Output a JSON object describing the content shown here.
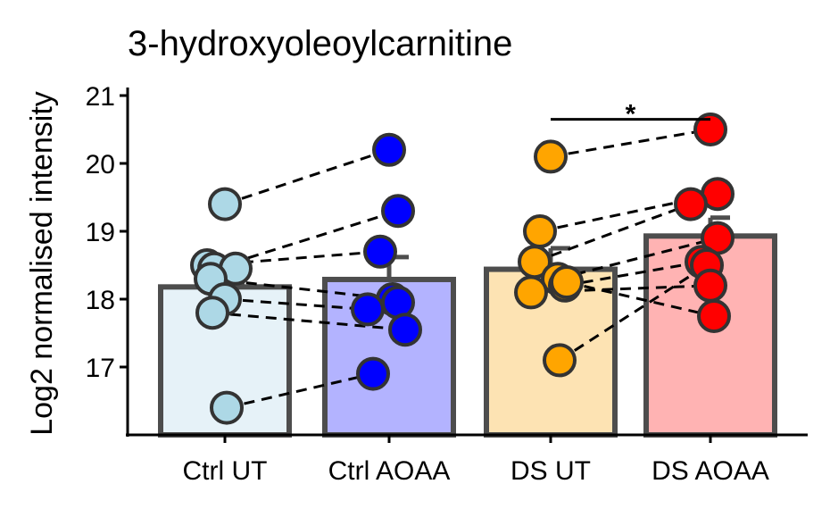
{
  "chart_data": {
    "type": "bar",
    "title": "3-hydroxyoleoylcarnitine",
    "xlabel": "",
    "ylabel": "Log2 normalised intensity",
    "ylim": [
      16,
      21
    ],
    "yticks": [
      17,
      18,
      19,
      20,
      21
    ],
    "categories": [
      "Ctrl UT",
      "Ctrl AOAA",
      "DS UT",
      "DS AOAA"
    ],
    "bar_fill_colors": [
      "#e6f2f8",
      "#b3b3ff",
      "#fde3b3",
      "#ffb3b3"
    ],
    "point_colors": [
      "#add8e6",
      "#0000ff",
      "#ffa500",
      "#ff0000"
    ],
    "outline_color": "#4d4d4d",
    "means": [
      18.18,
      18.29,
      18.44,
      18.93
    ],
    "error_upper": [
      18.25,
      18.62,
      18.75,
      19.2
    ],
    "points": [
      [
        19.4,
        18.5,
        18.45,
        18.45,
        18.3,
        18.0,
        17.8,
        16.4
      ],
      [
        20.2,
        19.3,
        18.7,
        18.0,
        17.85,
        17.95,
        17.55,
        16.9
      ],
      [
        20.1,
        19.0,
        18.55,
        18.3,
        18.1,
        18.2,
        18.25,
        17.1
      ],
      [
        20.5,
        19.55,
        19.4,
        18.9,
        18.55,
        18.5,
        18.2,
        17.75
      ]
    ],
    "pairs": [
      {
        "from": [
          0,
          19.4
        ],
        "to": [
          1,
          20.2
        ]
      },
      {
        "from": [
          0,
          18.45
        ],
        "to": [
          1,
          19.3
        ]
      },
      {
        "from": [
          0,
          18.5
        ],
        "to": [
          1,
          18.7
        ]
      },
      {
        "from": [
          0,
          18.3
        ],
        "to": [
          1,
          18.0
        ]
      },
      {
        "from": [
          0,
          18.0
        ],
        "to": [
          1,
          17.85
        ]
      },
      {
        "from": [
          0,
          17.8
        ],
        "to": [
          1,
          17.55
        ]
      },
      {
        "from": [
          0,
          16.4
        ],
        "to": [
          1,
          16.9
        ]
      },
      {
        "from": [
          2,
          20.1
        ],
        "to": [
          3,
          20.5
        ]
      },
      {
        "from": [
          2,
          19.0
        ],
        "to": [
          3,
          19.55
        ]
      },
      {
        "from": [
          2,
          18.55
        ],
        "to": [
          3,
          19.4
        ]
      },
      {
        "from": [
          2,
          18.3
        ],
        "to": [
          3,
          18.9
        ]
      },
      {
        "from": [
          2,
          18.2
        ],
        "to": [
          3,
          18.55
        ]
      },
      {
        "from": [
          2,
          18.1
        ],
        "to": [
          3,
          18.2
        ]
      },
      {
        "from": [
          2,
          18.25
        ],
        "to": [
          3,
          17.75
        ]
      },
      {
        "from": [
          2,
          17.1
        ],
        "to": [
          3,
          18.5
        ]
      }
    ],
    "significance": {
      "from_category": 2,
      "to_category": 3,
      "y": 20.65,
      "label": "*"
    },
    "grid": false,
    "legend": "none"
  }
}
